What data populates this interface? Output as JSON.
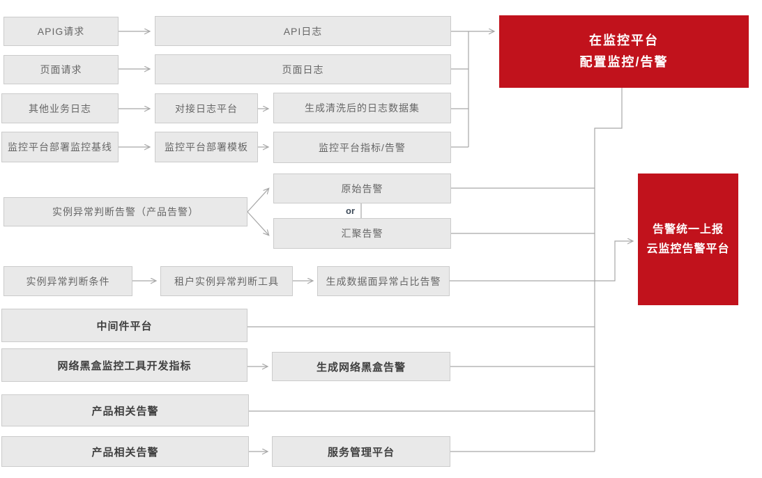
{
  "diagram": {
    "title": "monitoring-alarm-flow",
    "colors": {
      "accent_red": "#c1121c",
      "box_fill": "#e9e9e9",
      "box_border": "#cbcbcb",
      "line_gray": "#a6a6a6",
      "text_gray": "#666666",
      "text_dark": "#3f3f3f",
      "or_text": "#3f4c5a"
    },
    "nodes": {
      "apig_request": {
        "label": "APIG请求"
      },
      "api_log": {
        "label": "API日志"
      },
      "page_request": {
        "label": "页面请求"
      },
      "page_log": {
        "label": "页面日志"
      },
      "other_business_log": {
        "label": "其他业务日志"
      },
      "connect_log_platform": {
        "label": "对接日志平台"
      },
      "cleaned_log_dataset": {
        "label": "生成清洗后的日志数据集"
      },
      "monitor_baseline": {
        "label": "监控平台部署监控基线"
      },
      "monitor_template": {
        "label": "监控平台部署模板"
      },
      "monitor_metric_alarm": {
        "label": "监控平台指标/告警"
      },
      "config_monitor": {
        "line1": "在监控平台",
        "line2": "配置监控/告警"
      },
      "instance_abnormal_alarm": {
        "label": "实例异常判断告警（产品告警）"
      },
      "raw_alarm": {
        "label": "原始告警"
      },
      "or_connector": {
        "label": "or"
      },
      "aggregated_alarm": {
        "label": "汇聚告警"
      },
      "unified_report": {
        "line1": "告警统一上报",
        "line2": "云监控告警平台"
      },
      "instance_condition": {
        "label": "实例异常判断条件"
      },
      "tenant_tool": {
        "label": "租户实例异常判断工具"
      },
      "dataplane_ratio_alarm": {
        "label": "生成数据面异常占比告警"
      },
      "middleware_platform": {
        "label": "中间件平台"
      },
      "network_blackbox_metric": {
        "label": "网络黑盒监控工具开发指标"
      },
      "network_blackbox_alarm": {
        "label": "生成网络黑盒告警"
      },
      "product_alarm_1": {
        "label": "产品相关告警"
      },
      "product_alarm_2": {
        "label": "产品相关告警"
      },
      "service_mgmt_platform": {
        "label": "服务管理平台"
      }
    }
  }
}
